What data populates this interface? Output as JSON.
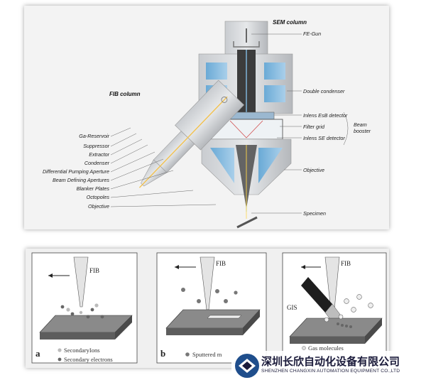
{
  "sem": {
    "title": "SEM column",
    "labels": [
      "FE-Gun",
      "Double condenser",
      "Inlens EsB detector",
      "Filter grid",
      "Inlens SE detector",
      "Objective",
      "Specimen"
    ],
    "beam_booster": [
      "Beam",
      "booster"
    ]
  },
  "fib": {
    "title": "FIB column",
    "labels": [
      "Ga-Reservoir",
      "Suppressor",
      "Extractor",
      "Condenser",
      "Differential Pumping Aperture",
      "Beam Defining Apertures",
      "Blanker Plates",
      "Octopoles",
      "Objective"
    ]
  },
  "panels": [
    {
      "letter": "a",
      "beam": "FIB",
      "legend": [
        "SecondaryIons",
        "Secondary electrons"
      ]
    },
    {
      "letter": "b",
      "beam": "FIB",
      "legend": [
        "Sputtered m"
      ]
    },
    {
      "letter": "",
      "beam": "FIB",
      "tool": "GIS",
      "legend": [
        "Gas molecules"
      ]
    }
  ],
  "logo": {
    "cn": "深圳长欣自动化设备有限公司",
    "en": "SHENZHEN CHANGXIN AUTOMATION EQUIPMENT CO.,LTD"
  },
  "colors": {
    "accent_blue": "#5b9fd0",
    "logo_blue": "#1f4e8c",
    "logo_dark": "#1a1a3a"
  }
}
